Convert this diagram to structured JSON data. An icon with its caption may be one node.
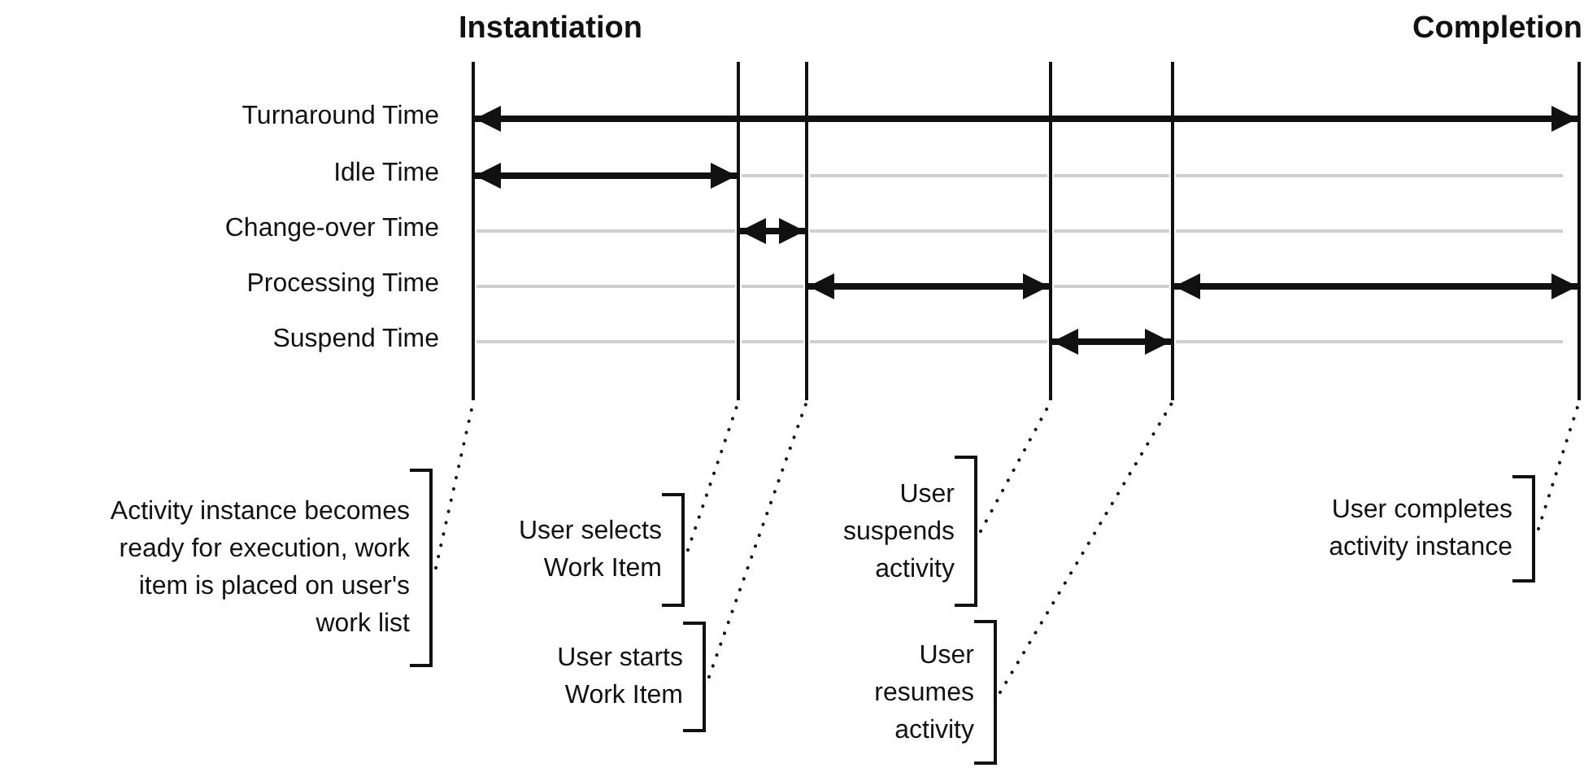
{
  "diagram": {
    "nodes": [
      {
        "text": [],
        "shape": "bar",
        "beside": [
          "Instantiation"
        ]
      },
      {
        "text": [],
        "shape": "bar"
      },
      {
        "text": [],
        "shape": "bar"
      },
      {
        "text": [],
        "shape": "bar"
      },
      {
        "text": [],
        "shape": "bar"
      },
      {
        "text": [],
        "shape": "bar",
        "beside": [
          "Completion"
        ]
      },
      {
        "text": [
          "Activity instance becomes ready for execution, work item is placed on user's work list"
        ]
      },
      {
        "text": [
          "User selects Work Item"
        ]
      },
      {
        "text": [
          "User starts Work Item"
        ]
      },
      {
        "text": [
          "User suspends activity"
        ]
      },
      {
        "text": [
          "User resumes activity"
        ]
      },
      {
        "text": [
          "User completes activity instance"
        ]
      }
    ],
    "edges": [
      {
        "from": 0,
        "to": 5,
        "arrow": "both",
        "style": "thick"
      },
      {
        "from": 0,
        "to": 1,
        "arrow": "both",
        "style": "thick"
      },
      {
        "from": 1,
        "to": 2,
        "arrow": "both",
        "style": "thick"
      },
      {
        "from": 2,
        "to": 3,
        "arrow": "both",
        "style": "thick"
      },
      {
        "from": 4,
        "to": 5,
        "arrow": "both",
        "style": "thick"
      },
      {
        "from": 3,
        "to": 4,
        "arrow": "both",
        "style": "thick"
      },
      {
        "from": 6,
        "to": 0,
        "arrow": "none",
        "style": "dashed"
      },
      {
        "from": 7,
        "to": 1,
        "arrow": "none",
        "style": "dashed"
      },
      {
        "from": 8,
        "to": 2,
        "arrow": "none",
        "style": "dashed"
      },
      {
        "from": 9,
        "to": 3,
        "arrow": "none",
        "style": "dashed"
      },
      {
        "from": 10,
        "to": 4,
        "arrow": "none",
        "style": "dashed"
      },
      {
        "from": 11,
        "to": 5,
        "arrow": "none",
        "style": "dashed"
      }
    ],
    "labels": [
      "Turnaround Time",
      "Idle Time",
      "Change-over Time",
      "Processing Time",
      "Suspend Time"
    ]
  }
}
